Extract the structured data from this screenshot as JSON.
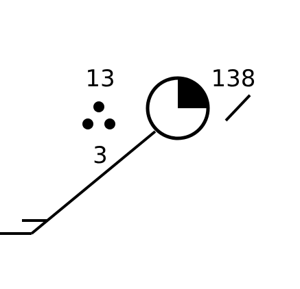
{
  "station_plot": {
    "temperature": "13",
    "dew_point": "3",
    "pressure": "138",
    "cloud_cover_fraction": 0.25,
    "present_weather": "three-dots-rain",
    "pressure_tendency": "rising-steady",
    "wind_barb": {
      "direction_deg": 230,
      "barbs": [
        {
          "type": "half"
        }
      ]
    },
    "colors": {
      "ink": "#000000",
      "background": "#ffffff"
    }
  }
}
